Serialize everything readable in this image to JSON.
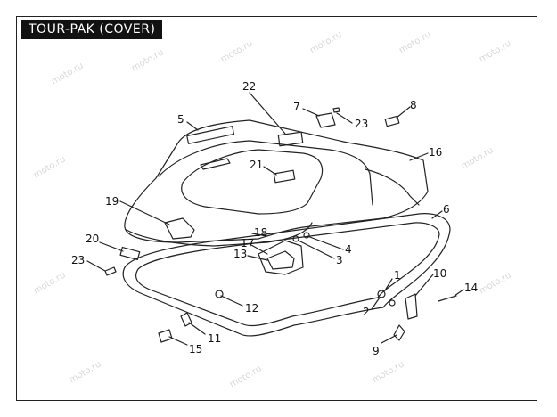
{
  "title": "TOUR-PAK (COVER)",
  "watermark_text": "moto.ru",
  "colors": {
    "line": "#222222",
    "watermark": "#d9d9d9",
    "title_bg": "#111111",
    "title_fg": "#ffffff"
  },
  "callouts": {
    "n1": "1",
    "n2": "2",
    "n3": "3",
    "n4": "4",
    "n5": "5",
    "n6": "6",
    "n7": "7",
    "n8": "8",
    "n9": "9",
    "n10": "10",
    "n11": "11",
    "n12": "12",
    "n13": "13",
    "n14": "14",
    "n15": "15",
    "n16": "16",
    "n17": "17",
    "n18": "18",
    "n19": "19",
    "n20": "20",
    "n21": "21",
    "n22": "22",
    "n23a": "23",
    "n23b": "23"
  }
}
